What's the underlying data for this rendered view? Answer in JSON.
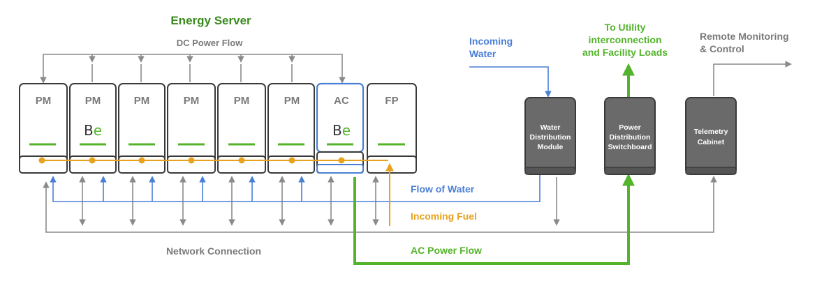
{
  "title": "Energy Server",
  "labels": {
    "dc_power_flow": "DC Power Flow",
    "incoming_water": [
      "Incoming",
      "Water"
    ],
    "to_utility": [
      "To Utility",
      "interconnection",
      "and Facility Loads"
    ],
    "remote_monitoring": [
      "Remote Monitoring",
      "& Control"
    ],
    "flow_of_water": "Flow of Water",
    "incoming_fuel": "Incoming Fuel",
    "network_connection": "Network Connection",
    "ac_power_flow": "AC Power Flow"
  },
  "modules": [
    {
      "label": "PM",
      "logo": ""
    },
    {
      "label": "PM",
      "logo": "Be"
    },
    {
      "label": "PM",
      "logo": ""
    },
    {
      "label": "PM",
      "logo": ""
    },
    {
      "label": "PM",
      "logo": ""
    },
    {
      "label": "PM",
      "logo": ""
    },
    {
      "label": "AC",
      "logo": "Be"
    },
    {
      "label": "FP",
      "logo": ""
    }
  ],
  "cabinets": {
    "water_module": [
      "Water",
      "Distribution",
      "Module"
    ],
    "power_switchboard": [
      "Power",
      "Distribution",
      "Switchboard"
    ],
    "telemetry": [
      "Telemetry",
      "Cabinet"
    ]
  },
  "colors": {
    "title_green": "#3a8a1e",
    "gray_flow": "#8a8a8a",
    "water_blue": "#4a7fd6",
    "fuel_orange": "#e8a21e",
    "ac_green": "#53b32a",
    "cabinet_dark": "#6a6a6a"
  }
}
